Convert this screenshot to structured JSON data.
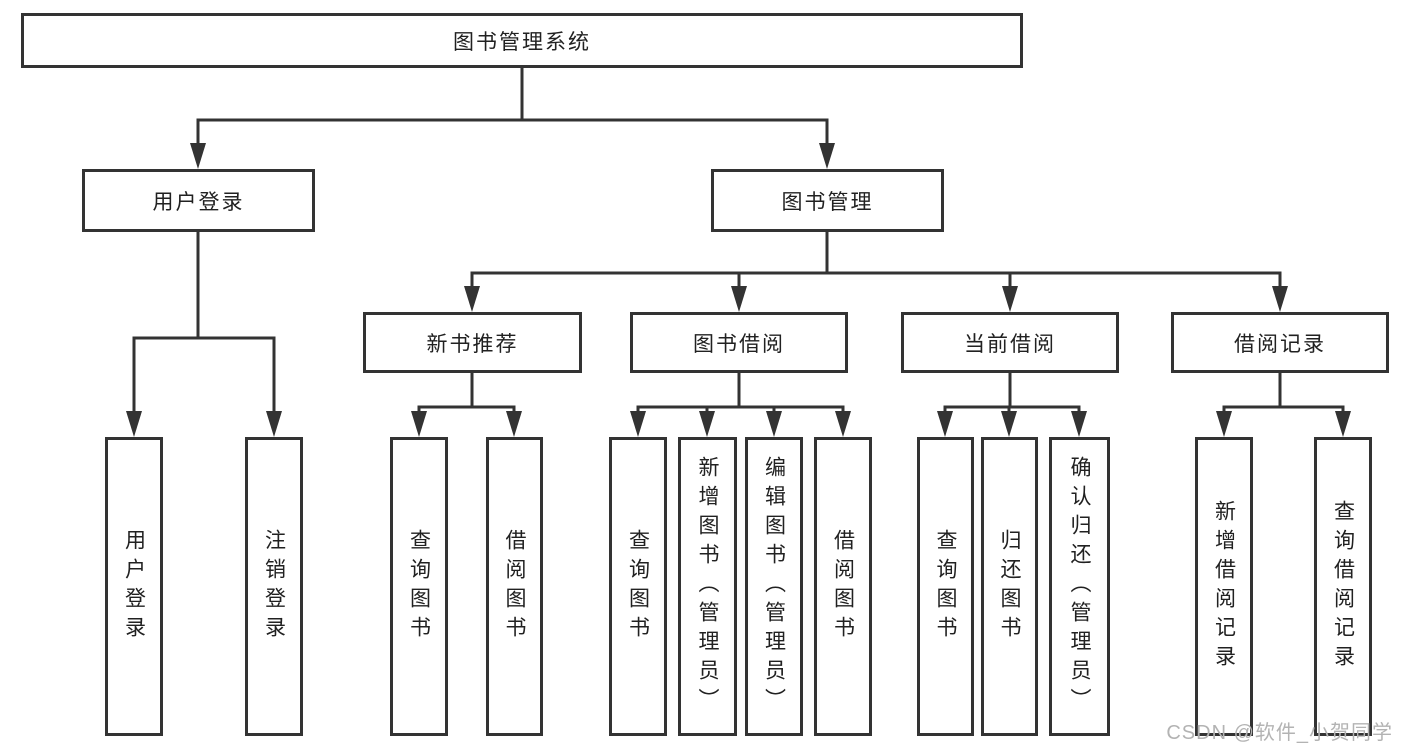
{
  "diagram": {
    "title": "图书管理系统",
    "level2": [
      {
        "label": "用户登录"
      },
      {
        "label": "图书管理"
      }
    ],
    "level3": [
      {
        "label": "新书推荐",
        "parent": "图书管理"
      },
      {
        "label": "图书借阅",
        "parent": "图书管理"
      },
      {
        "label": "当前借阅",
        "parent": "图书管理"
      },
      {
        "label": "借阅记录",
        "parent": "图书管理"
      }
    ],
    "leaves": [
      {
        "label": "用户登录",
        "parent": "用户登录"
      },
      {
        "label": "注销登录",
        "parent": "用户登录"
      },
      {
        "label": "查询图书",
        "parent": "新书推荐"
      },
      {
        "label": "借阅图书",
        "parent": "新书推荐"
      },
      {
        "label": "查询图书",
        "parent": "图书借阅"
      },
      {
        "label": "新增图书（管理员）",
        "parent": "图书借阅"
      },
      {
        "label": "编辑图书（管理员）",
        "parent": "图书借阅"
      },
      {
        "label": "借阅图书",
        "parent": "图书借阅"
      },
      {
        "label": "查询图书",
        "parent": "当前借阅"
      },
      {
        "label": "归还图书",
        "parent": "当前借阅"
      },
      {
        "label": "确认归还（管理员）",
        "parent": "当前借阅"
      },
      {
        "label": "新增借阅记录",
        "parent": "借阅记录"
      },
      {
        "label": "查询借阅记录",
        "parent": "借阅记录"
      }
    ]
  },
  "watermark": {
    "text": "CSDN @软件_小贺同学",
    "color": "#b3b3b3"
  },
  "colors": {
    "line": "#333333",
    "box_border": "#333333",
    "box_fill": "#ffffff",
    "text": "#212121"
  }
}
